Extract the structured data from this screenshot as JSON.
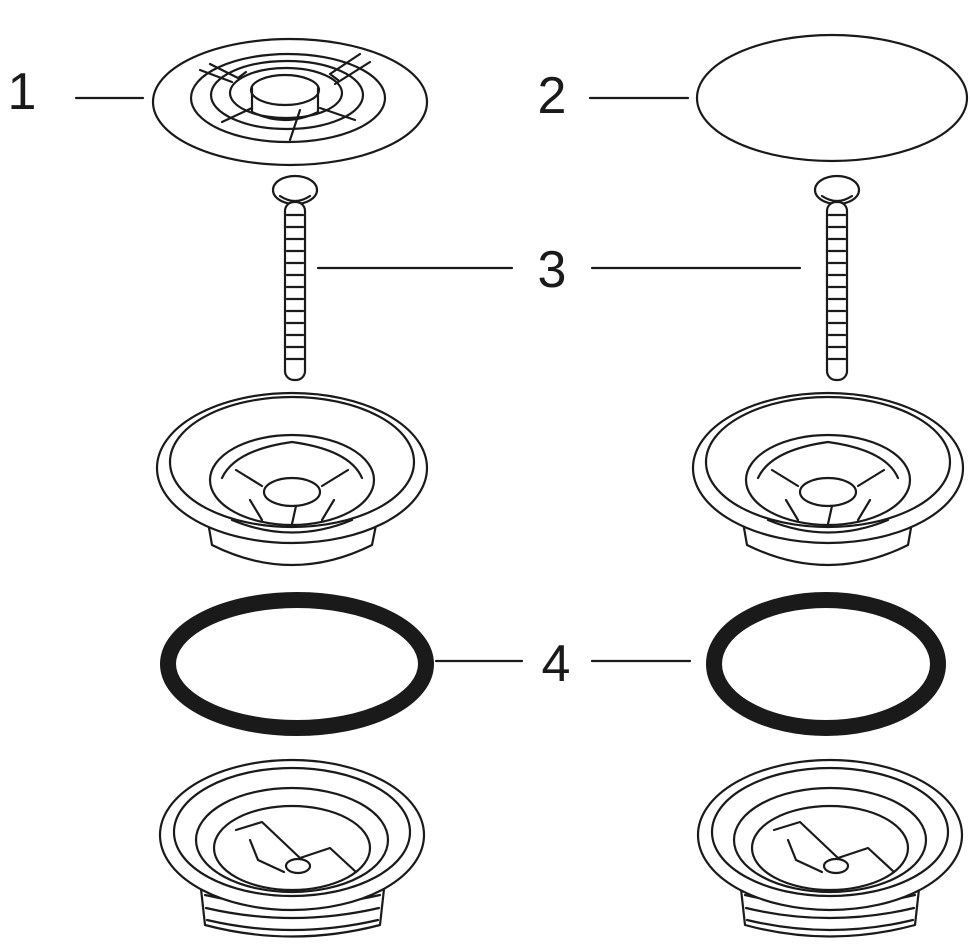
{
  "labels": {
    "one": "1",
    "two": "2",
    "three": "3",
    "four": "4"
  },
  "colors": {
    "ink": "#1a1a1a",
    "paper": "#ffffff"
  }
}
